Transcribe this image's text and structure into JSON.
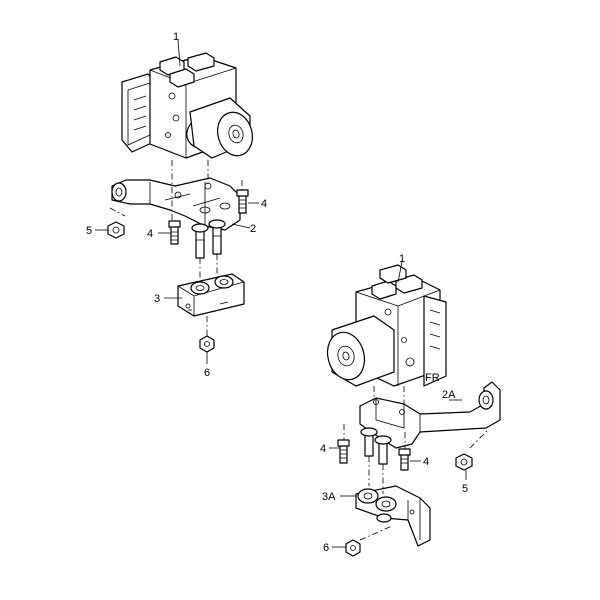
{
  "labels": {
    "top_1": "1",
    "top_2": "2",
    "top_3": "3",
    "top_4a": "4",
    "top_4b": "4",
    "top_5": "5",
    "top_6": "6",
    "bot_1": "1",
    "bot_2a": "2A",
    "bot_3a": "3A",
    "bot_4a": "4",
    "bot_4b": "4",
    "bot_5": "5",
    "bot_6": "6"
  },
  "stamp_text": "FR"
}
